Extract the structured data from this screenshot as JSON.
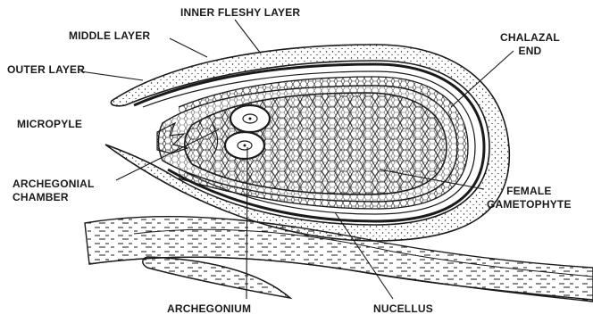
{
  "labels": {
    "inner_fleshy_layer": "INNER FLESHY LAYER",
    "middle_layer": "MIDDLE LAYER",
    "outer_layer": "OUTER LAYER",
    "micropyle": "MICROPYLE",
    "chalazal_end": [
      "CHALAZAL",
      "END"
    ],
    "archegonial_chamber": [
      "ARCHEGONIAL",
      "CHAMBER"
    ],
    "female_gametophyte": [
      "FEMALE",
      "GAMETOPHYTE"
    ],
    "archegonium": "ARCHEGONIUM",
    "nucellus": "NUCELLUS"
  },
  "colors": {
    "ink": "#1a1a1a",
    "paper": "#ffffff"
  }
}
